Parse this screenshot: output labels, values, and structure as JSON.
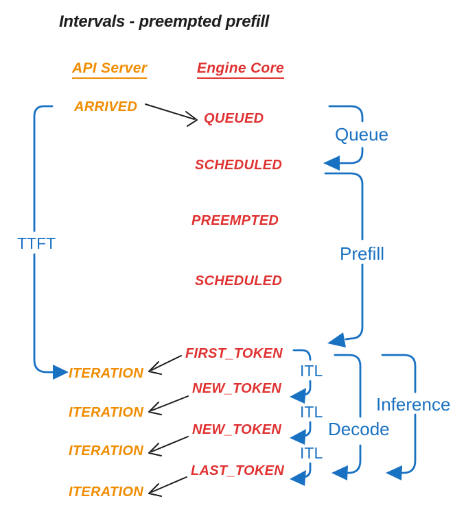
{
  "title": "Intervals - preempted prefill",
  "columns": {
    "api_server": "API Server",
    "engine_core": "Engine Core"
  },
  "api_events": {
    "arrived": "ARRIVED",
    "iteration_1": "ITERATION",
    "iteration_2": "ITERATION",
    "iteration_3": "ITERATION",
    "iteration_4": "ITERATION"
  },
  "engine_events": {
    "queued": "QUEUED",
    "scheduled_1": "SCHEDULED",
    "preempted": "PREEMPTED",
    "scheduled_2": "SCHEDULED",
    "first_token": "FIRST_TOKEN",
    "new_token_1": "NEW_TOKEN",
    "new_token_2": "NEW_TOKEN",
    "last_token": "LAST_TOKEN"
  },
  "intervals": {
    "ttft": "TTFT",
    "queue": "Queue",
    "prefill": "Prefill",
    "itl_1": "ITL",
    "itl_2": "ITL",
    "itl_3": "ITL",
    "decode": "Decode",
    "inference": "Inference"
  },
  "colors": {
    "orange": "#f08c00",
    "red": "#e03131",
    "blue": "#1971c2",
    "black": "#1e1e1e"
  }
}
